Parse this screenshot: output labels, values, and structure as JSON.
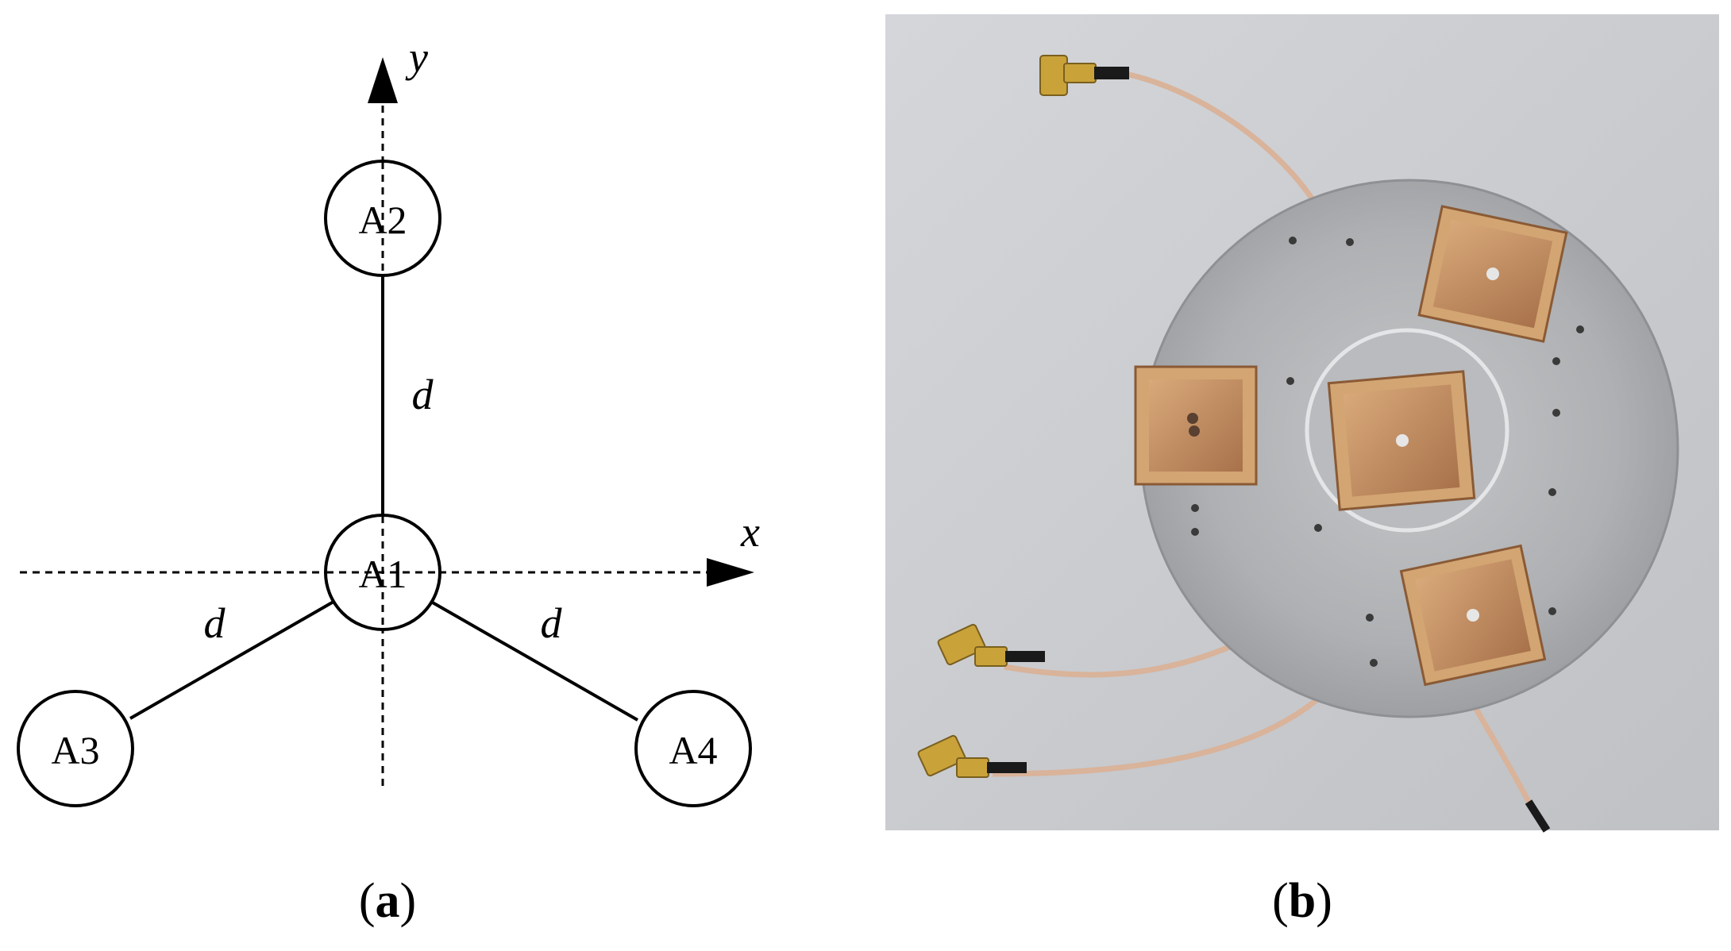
{
  "panel_a": {
    "caption_letter": "a",
    "axes": {
      "x_label": "x",
      "y_label": "y"
    },
    "nodes": [
      {
        "id": "A1",
        "label": "A1"
      },
      {
        "id": "A2",
        "label": "A2"
      },
      {
        "id": "A3",
        "label": "A3"
      },
      {
        "id": "A4",
        "label": "A4"
      }
    ],
    "edges": [
      {
        "from": "A1",
        "to": "A2",
        "label": "d"
      },
      {
        "from": "A1",
        "to": "A3",
        "label": "d"
      },
      {
        "from": "A1",
        "to": "A4",
        "label": "d"
      }
    ]
  },
  "panel_b": {
    "caption_letter": "b"
  },
  "colors": {
    "photo_background": "#c9cbcf",
    "plate_aluminum": "#b4b6b8",
    "patch_copper": "#c6905f",
    "patch_gold_frame": "#d2a573",
    "cable": "#d9b39a",
    "connector_gold": "#c9a23a",
    "cable_black": "#1a1a1a"
  }
}
